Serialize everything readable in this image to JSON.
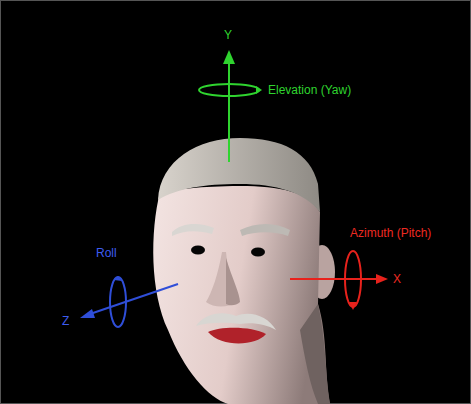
{
  "diagram": {
    "labels": [
      "Y",
      "Elevation (Yaw)",
      "Roll",
      "Azimuth (Pitch)",
      "X",
      "Z"
    ]
  }
}
